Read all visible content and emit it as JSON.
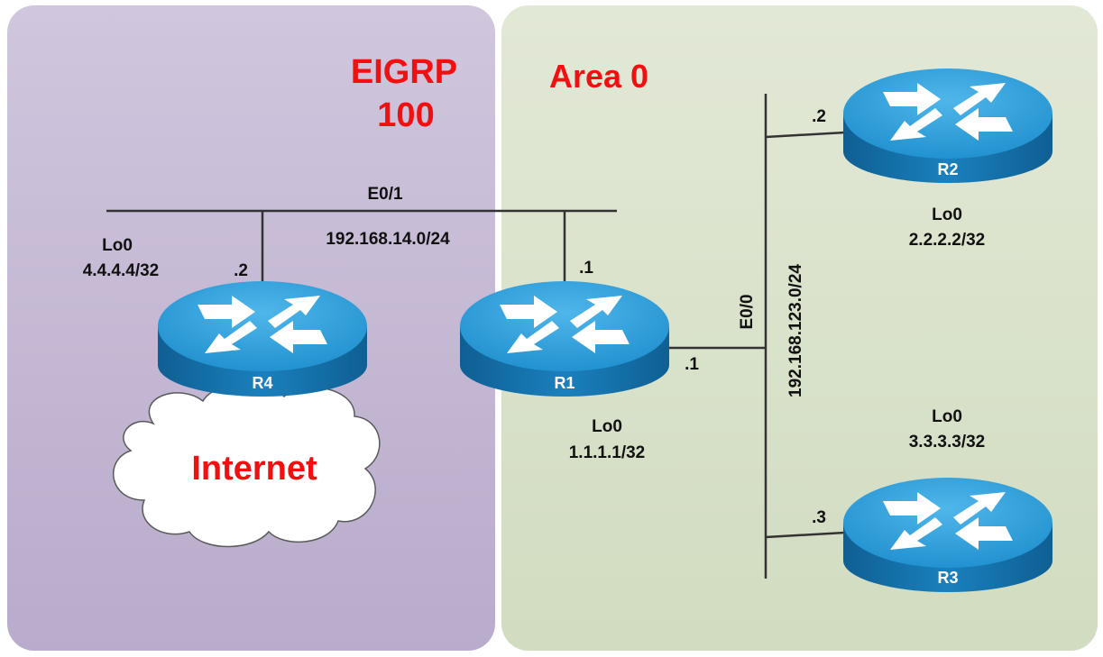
{
  "zones": {
    "eigrp": {
      "line1": "EIGRP",
      "line2": "100"
    },
    "ospf": {
      "label": "Area 0"
    }
  },
  "routers": {
    "r4": {
      "name": "R4",
      "loopback_label": "Lo0",
      "loopback_ip": "4.4.4.4/32",
      "iface_ip": ".2"
    },
    "r1": {
      "name": "R1",
      "loopback_label": "Lo0",
      "loopback_ip": "1.1.1.1/32",
      "iface_ip_top": ".1",
      "iface_ip_right": ".1"
    },
    "r2": {
      "name": "R2",
      "loopback_label": "Lo0",
      "loopback_ip": "2.2.2.2/32",
      "iface_ip": ".2"
    },
    "r3": {
      "name": "R3",
      "loopback_label": "Lo0",
      "loopback_ip": "3.3.3.3/32",
      "iface_ip": ".3"
    }
  },
  "links": {
    "lan14": {
      "interface": "E0/1",
      "subnet": "192.168.14.0/24"
    },
    "lan123": {
      "interface": "E0/0",
      "subnet": "192.168.123.0/24"
    }
  },
  "cloud": {
    "label": "Internet"
  },
  "colors": {
    "eigrp_zone": "#c2b5d2",
    "ospf_zone": "#d8e1c9",
    "router_top": "#2a9bd7",
    "router_side": "#1474b0",
    "zone_label": "#f20f0f"
  }
}
